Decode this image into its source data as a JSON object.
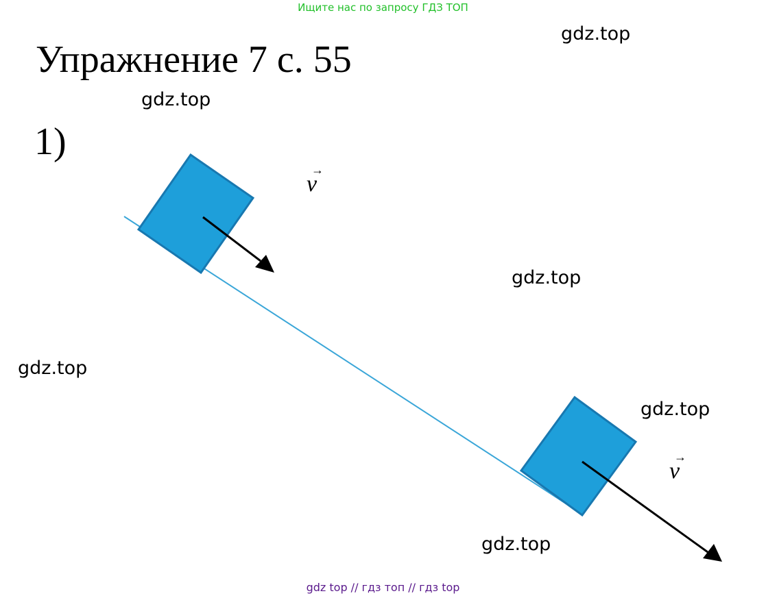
{
  "banner": "Ищите нас по запросу ГДЗ ТОП",
  "title": "Упражнение 7 с. 55",
  "part_label": "1)",
  "velocity_symbol": "v",
  "velocity_arrow": "→",
  "watermarks": [
    "gdz.top",
    "gdz.top",
    "gdz.top",
    "gdz.top",
    "gdz.top",
    "gdz.top"
  ],
  "footer": "gdz top  //  гдз топ  //  гдз top",
  "colors": {
    "block_fill": "#1e9fda",
    "block_stroke": "#1878b0",
    "incline_line": "#3aa6d8",
    "vector": "#000000",
    "banner": "#22c02a",
    "footer": "#5a1a8c"
  }
}
